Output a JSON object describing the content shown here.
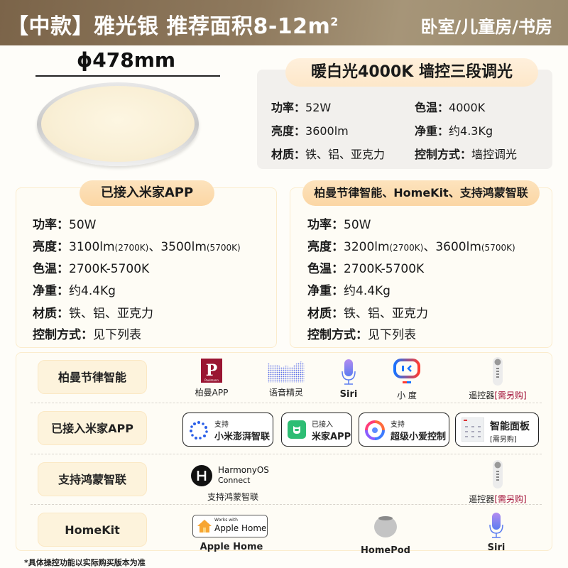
{
  "header": {
    "title": "【中款】雅光银 推荐面积8-12m",
    "title_sup": "2",
    "rooms": "卧室/儿童房/书房"
  },
  "product": {
    "diameter": "ϕ478mm"
  },
  "top_spec": {
    "pill": "暖白光4000K  墙控三段调光",
    "items": [
      {
        "label": "功率：",
        "value": "52W"
      },
      {
        "label": "色温：",
        "value": "4000K"
      },
      {
        "label": "亮度：",
        "value": "3600lm"
      },
      {
        "label": "净重：",
        "value": "约4.3Kg"
      },
      {
        "label": "材质：",
        "value": "铁、铝、亚克力"
      },
      {
        "label": "控制方式：",
        "value": "墙控调光"
      }
    ]
  },
  "left_card": {
    "pill": "已接入米家APP",
    "power_label": "功率：",
    "power": "50W",
    "brightness_label": "亮度：",
    "brightness_a": "3100lm",
    "brightness_a_note": "(2700K)",
    "brightness_sep": "、",
    "brightness_b": "3500lm",
    "brightness_b_note": "(5700K)",
    "cct_label": "色温：",
    "cct": "2700K-5700K",
    "weight_label": "净重：",
    "weight": "约4.4Kg",
    "material_label": "材质：",
    "material": "铁、铝、亚克力",
    "control_label": "控制方式：",
    "control": "见下列表"
  },
  "right_card": {
    "pill": "柏曼节律智能、HomeKit、支持鸿蒙智联",
    "power_label": "功率：",
    "power": "50W",
    "brightness_label": "亮度：",
    "brightness_a": "3200lm",
    "brightness_a_note": "(2700K)",
    "brightness_sep": "、",
    "brightness_b": "3600lm",
    "brightness_b_note": "(5700K)",
    "cct_label": "色温：",
    "cct": "2700K-5700K",
    "weight_label": "净重：",
    "weight": "约4.4Kg",
    "material_label": "材质：",
    "material": "铁、铝、亚克力",
    "control_label": "控制方式：",
    "control": "见下列表"
  },
  "matrix": {
    "rows": [
      {
        "category": "柏曼节律智能",
        "items": [
          {
            "label": "柏曼APP",
            "icon": "paulmann-logo",
            "logo_text": "P",
            "logo_sub": "Paulmann"
          },
          {
            "label": "语音精灵",
            "icon": "voice-sprite"
          },
          {
            "label": "Siri",
            "icon": "siri-mic"
          },
          {
            "label": "小 度",
            "icon": "xiaodu"
          },
          {
            "label": "遥控器",
            "label_extra": "[需另购]",
            "icon": "remote"
          }
        ]
      },
      {
        "category": "已接入米家APP",
        "badges": [
          {
            "small": "支持",
            "large": "小米澎湃智联",
            "icon": "hyperconnect"
          },
          {
            "small": "已接入",
            "large": "米家APP",
            "icon": "mijia"
          },
          {
            "small": "支持",
            "large": "超级小爱控制",
            "icon": "xiaoai"
          },
          {
            "large": "智能面板",
            "small": "[需另购]",
            "icon": "smart-panel"
          }
        ]
      },
      {
        "category": "支持鸿蒙智联",
        "items": [
          {
            "label": "支持鸿蒙智联",
            "icon": "harmonyos",
            "logo_line1": "HarmonyOS",
            "logo_line2": "Connect"
          },
          {
            "label": "遥控器",
            "label_extra": "[需另购]",
            "icon": "remote"
          }
        ]
      },
      {
        "category": "HomeKit",
        "items": [
          {
            "label": "Apple Home",
            "icon": "apple-home",
            "logo_line1": "Works with",
            "logo_line2": "Apple Home"
          },
          {
            "label": "HomePod",
            "icon": "homepod"
          },
          {
            "label": "Siri",
            "icon": "siri-mic"
          }
        ]
      }
    ]
  },
  "footnote": "*具体操控功能以实际购买版本为准",
  "colors": {
    "header_bg": "#8f7a5e",
    "pill_bg": "#fbd6a4",
    "accent_red": "#a3123a",
    "card_border": "#fbeccd"
  }
}
